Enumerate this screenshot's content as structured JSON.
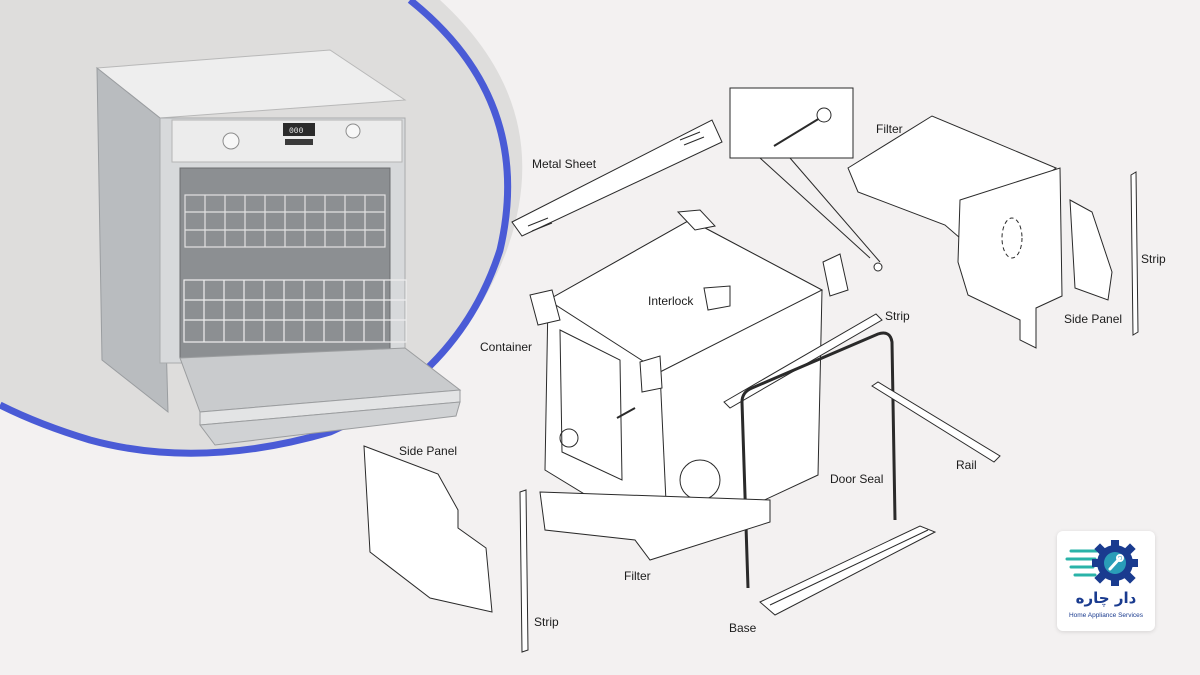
{
  "diagram": {
    "labels": {
      "metal_sheet": "Metal Sheet",
      "filter_top": "Filter",
      "strip_right": "Strip",
      "interlock": "Interlock",
      "strip_mid": "Strip",
      "container": "Container",
      "side_panel_right": "Side Panel",
      "side_panel_left": "Side Panel",
      "rail": "Rail",
      "door_seal": "Door Seal",
      "filter_bottom": "Filter",
      "strip_bottom": "Strip",
      "base": "Base"
    }
  },
  "logo": {
    "name_fa": "دار چاره",
    "subtitle": "Home Appliance Services",
    "colors": {
      "gear": "#1a3b8f",
      "wrench_bg": "#2a9db8",
      "lines": "#2ab3a8"
    }
  },
  "colors": {
    "background": "#f3f1f1",
    "photo_background": "#dedddc",
    "photo_border": "#4a5bd6",
    "line_art": "#2a2a2a"
  }
}
